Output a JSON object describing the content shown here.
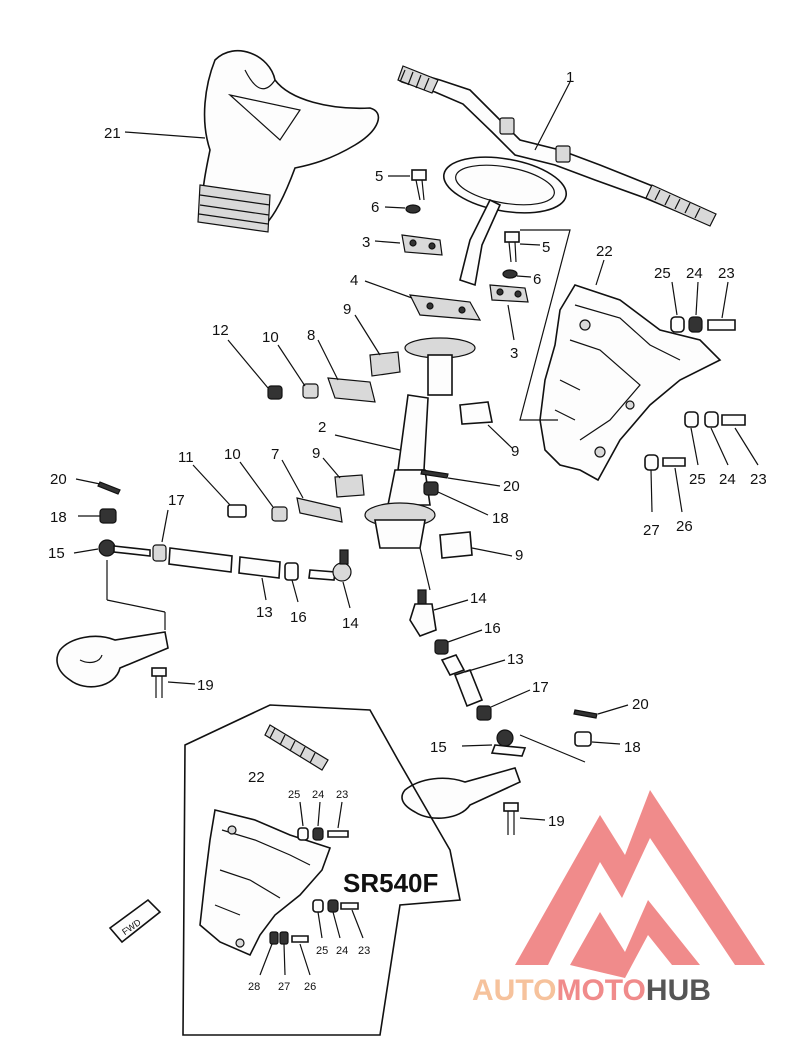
{
  "diagram": {
    "inset_model": "SR540F",
    "fwd_label": "FWD",
    "callouts": {
      "c1": "1",
      "c2": "2",
      "c3a": "3",
      "c3b": "3",
      "c4": "4",
      "c5a": "5",
      "c5b": "5",
      "c6a": "6",
      "c6b": "6",
      "c7": "7",
      "c8": "8",
      "c9a": "9",
      "c9b": "9",
      "c9c": "9",
      "c9d": "9",
      "c10a": "10",
      "c10b": "10",
      "c11": "11",
      "c12": "12",
      "c13a": "13",
      "c13b": "13",
      "c14a": "14",
      "c14b": "14",
      "c15a": "15",
      "c15b": "15",
      "c16a": "16",
      "c16b": "16",
      "c17a": "17",
      "c17b": "17",
      "c18a": "18",
      "c18b": "18",
      "c18c": "18",
      "c19a": "19",
      "c19b": "19",
      "c20a": "20",
      "c20b": "20",
      "c20c": "20",
      "c21": "21",
      "c22a": "22",
      "c22b": "22",
      "c23a": "23",
      "c23b": "23",
      "c23c": "23",
      "c23d": "23",
      "c24a": "24",
      "c24b": "24",
      "c24c": "24",
      "c24d": "24",
      "c25a": "25",
      "c25b": "25",
      "c25c": "25",
      "c25d": "25",
      "c26a": "26",
      "c26b": "26",
      "c27a": "27",
      "c27b": "27",
      "c28": "28"
    }
  },
  "watermark": {
    "brand_part1": "AUTO",
    "brand_part2": "MOTO",
    "brand_part3": "HUB",
    "color_light": "#f6c29c",
    "color_red": "#f08b8b",
    "color_gray": "#555555"
  }
}
